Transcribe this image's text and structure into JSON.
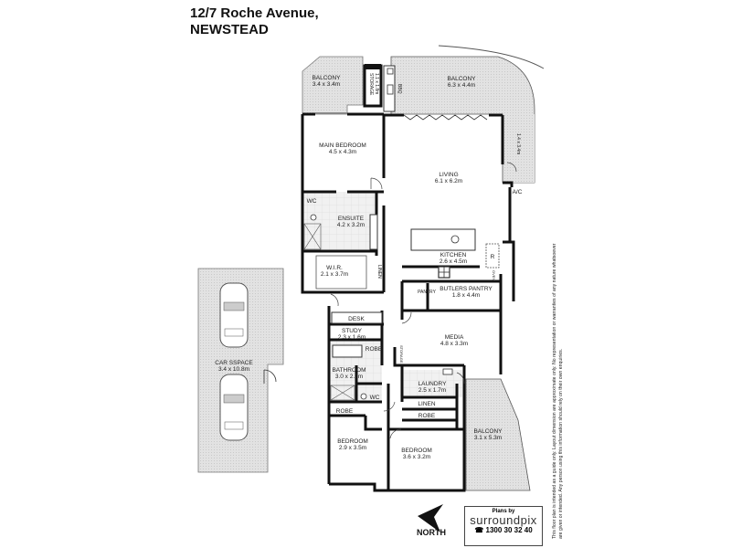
{
  "header": {
    "address_line1": "12/7 Roche Avenue,",
    "address_line2": "NEWSTEAD"
  },
  "rooms": {
    "balcony_left": {
      "name": "BALCONY",
      "size": "3.4 x 3.4m"
    },
    "storage": {
      "name": "STORAGE",
      "size": "1.1 x 1.8m"
    },
    "bbq": {
      "name": "BBQ"
    },
    "balcony_top": {
      "name": "BALCONY",
      "size": "6.3 x 4.4m"
    },
    "balcony_side": {
      "size": "1.4 x 3.4m"
    },
    "ac": {
      "name": "A/C"
    },
    "main_bedroom": {
      "name": "MAIN BEDROOM",
      "size": "4.5 x 4.3m"
    },
    "wc_ensuite": {
      "name": "WC"
    },
    "ensuite": {
      "name": "ENSUITE",
      "size": "4.2 x 3.2m"
    },
    "wir": {
      "name": "W.I.R.",
      "size": "2.1 x 3.7m"
    },
    "linen_ensuite": {
      "name": "LINEN"
    },
    "living": {
      "name": "LIVING",
      "size": "6.1 x 6.2m"
    },
    "kitchen": {
      "name": "KITCHEN",
      "size": "2.6 x 4.5m"
    },
    "fridge": {
      "name": "R"
    },
    "oven": {
      "name": "OVEN"
    },
    "pantry": {
      "name": "PANTRY"
    },
    "butlers_pantry": {
      "name": "BUTLERS PANTRY",
      "size": "1.8 x 4.4m"
    },
    "media": {
      "name": "MEDIA",
      "size": "4.8 x 3.3m"
    },
    "storage_hall": {
      "name": "STORAGE"
    },
    "desk": {
      "name": "DESK"
    },
    "study": {
      "name": "STUDY",
      "size": "2.3 x 1.6m"
    },
    "robe_study": {
      "name": "ROBE"
    },
    "bathroom": {
      "name": "BATHROOM",
      "size": "3.0 x 2.7m"
    },
    "wc_bath": {
      "name": "WC"
    },
    "robe_bed2": {
      "name": "ROBE"
    },
    "laundry": {
      "name": "LAUNDRY",
      "size": "2.5 x 1.7m"
    },
    "linen_hall": {
      "name": "LINEN"
    },
    "robe_bed3": {
      "name": "ROBE"
    },
    "bedroom2": {
      "name": "BEDROOM",
      "size": "2.9 x 3.5m"
    },
    "bedroom3": {
      "name": "BEDROOM",
      "size": "3.6 x 3.2m"
    },
    "balcony_right": {
      "name": "BALCONY",
      "size": "3.1 x 5.3m"
    },
    "car_space": {
      "name": "CAR SSPACE",
      "size": "3.4 x 10.8m"
    }
  },
  "compass": {
    "label": "NORTH"
  },
  "logo": {
    "plans_by": "Plans by",
    "brand": "surroundpix",
    "phone": "1300 30 32 40"
  },
  "disclaimer": "This floor plan is intended as a guide only. Layout dimension are approximate only. No representation or warranties of any nature whatsoever are given or intended. Any person using this information should rely on their own enquiries.",
  "colors": {
    "wall": "#111111",
    "outdoor_fill": "#e4e4e4",
    "tile_fill": "#ececec",
    "background": "#ffffff"
  }
}
